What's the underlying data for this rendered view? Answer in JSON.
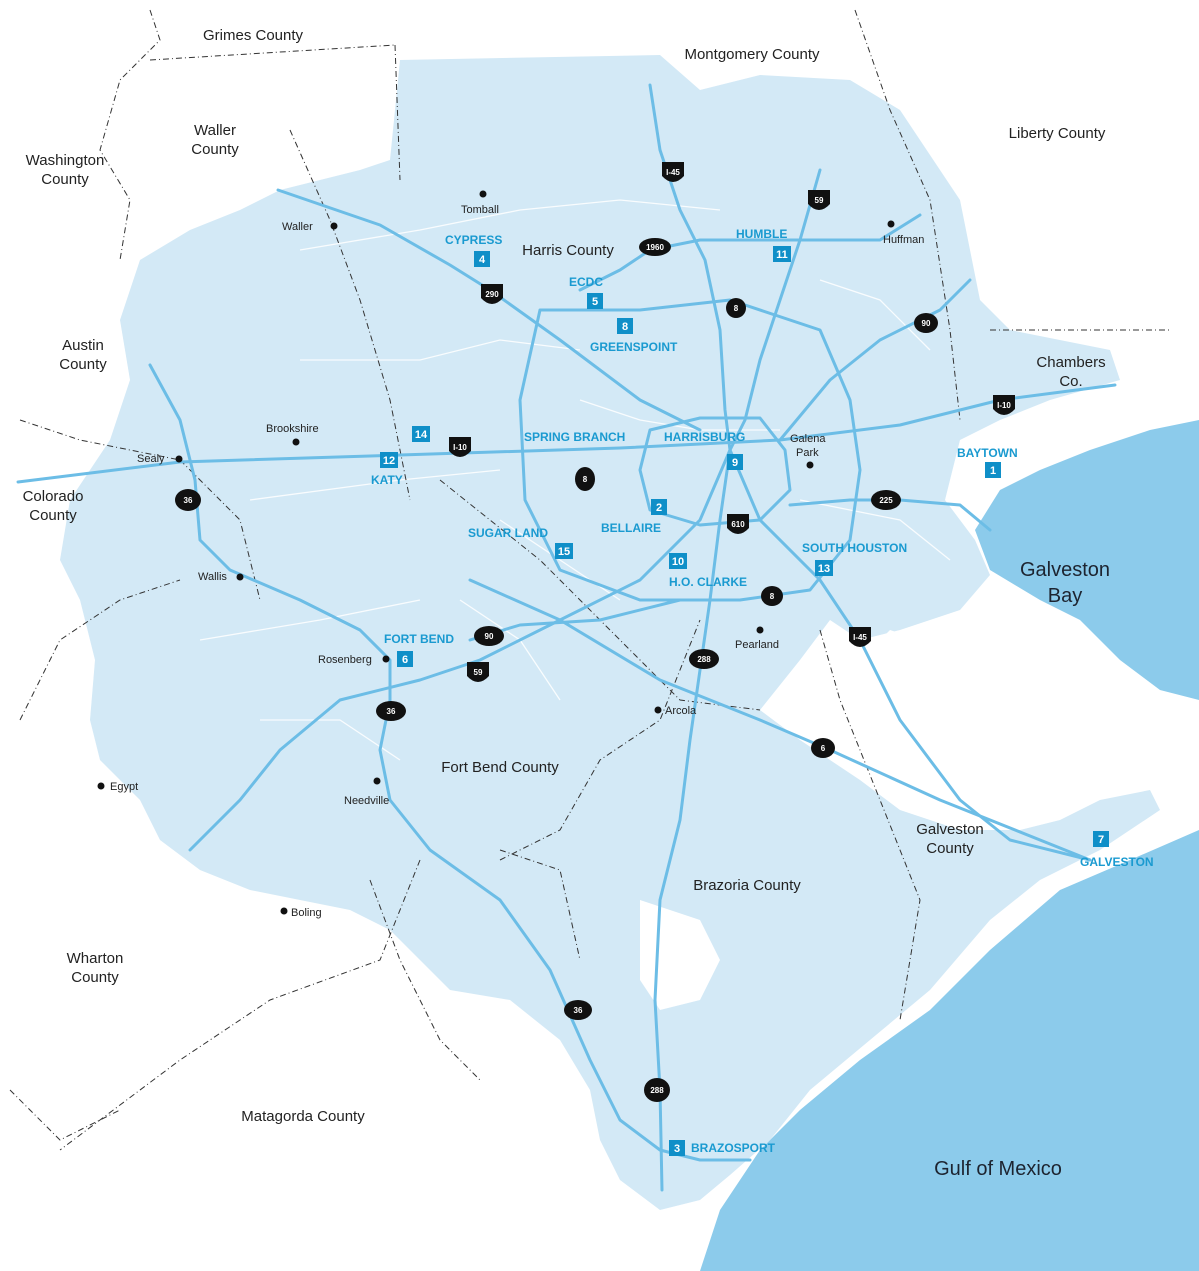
{
  "colors": {
    "region_fill": "#d3e9f6",
    "water": "#8ccbeb",
    "road": "#6cbde6",
    "label_accent": "#1a9ad0",
    "badge": "#0f8fc8",
    "shield": "#111111"
  },
  "counties": {
    "grimes": "Grimes County",
    "montgomery": "Montgomery County",
    "liberty": "Liberty County",
    "waller_line1": "Waller",
    "waller_line2": "County",
    "washington_line1": "Washington",
    "washington_line2": "County",
    "austin_line1": "Austin",
    "austin_line2": "County",
    "harris": "Harris County",
    "chambers_line1": "Chambers",
    "chambers_line2": "Co.",
    "colorado_line1": "Colorado",
    "colorado_line2": "County",
    "fort_bend": "Fort Bend County",
    "galveston_line1": "Galveston",
    "galveston_line2": "County",
    "brazoria": "Brazoria County",
    "wharton_line1": "Wharton",
    "wharton_line2": "County",
    "matagorda": "Matagorda County"
  },
  "water": {
    "bay_line1": "Galveston",
    "bay_line2": "Bay",
    "gulf": "Gulf of Mexico"
  },
  "towns": {
    "tomball": "Tomball",
    "waller": "Waller",
    "huffman": "Huffman",
    "brookshire": "Brookshire",
    "sealy": "Sealy",
    "galena_line1": "Galena",
    "galena_line2": "Park",
    "wallis": "Wallis",
    "pearland": "Pearland",
    "rosenberg": "Rosenberg",
    "arcola": "Arcola",
    "egypt": "Egypt",
    "needville": "Needville",
    "boling": "Boling"
  },
  "regions": {
    "cypress": {
      "name": "CYPRESS",
      "num": "4"
    },
    "humble": {
      "name": "HUMBLE",
      "num": "11"
    },
    "ecdc": {
      "name": "ECDC",
      "num": "5"
    },
    "greenspoint": {
      "name": "GREENSPOINT",
      "num": "8"
    },
    "katy": {
      "name": "KATY",
      "num": "12"
    },
    "r14": {
      "num": "14"
    },
    "spring_branch": {
      "name": "SPRING BRANCH"
    },
    "harrisburg": {
      "name": "HARRISBURG",
      "num": "9"
    },
    "baytown": {
      "name": "BAYTOWN",
      "num": "1"
    },
    "bellaire": {
      "name": "BELLAIRE",
      "num": "2"
    },
    "sugar_land": {
      "name": "SUGAR LAND",
      "num": "15"
    },
    "ho_clarke": {
      "name": "H.O. CLARKE",
      "num": "10"
    },
    "south_houston": {
      "name": "SOUTH HOUSTON",
      "num": "13"
    },
    "fort_bend": {
      "name": "FORT BEND",
      "num": "6"
    },
    "galveston": {
      "name": "GALVESTON",
      "num": "7"
    },
    "brazosport": {
      "name": "BRAZOSPORT",
      "num": "3"
    }
  },
  "highways": {
    "i45_north": "I-45",
    "us59_north": "59",
    "fm1960": "1960",
    "us290": "290",
    "sh8_north": "8",
    "us90_east": "90",
    "i10_east": "I-10",
    "i10_west": "I-10",
    "sh8_west": "8",
    "sh225": "225",
    "loop610": "610",
    "sh36_sealy": "36",
    "sh8_south": "8",
    "us90a": "90",
    "us59_south": "59",
    "sh288_north": "288",
    "i45_south": "I-45",
    "sh36_south": "36",
    "sh6": "6",
    "sh36_lower": "36",
    "sh288_south": "288"
  }
}
